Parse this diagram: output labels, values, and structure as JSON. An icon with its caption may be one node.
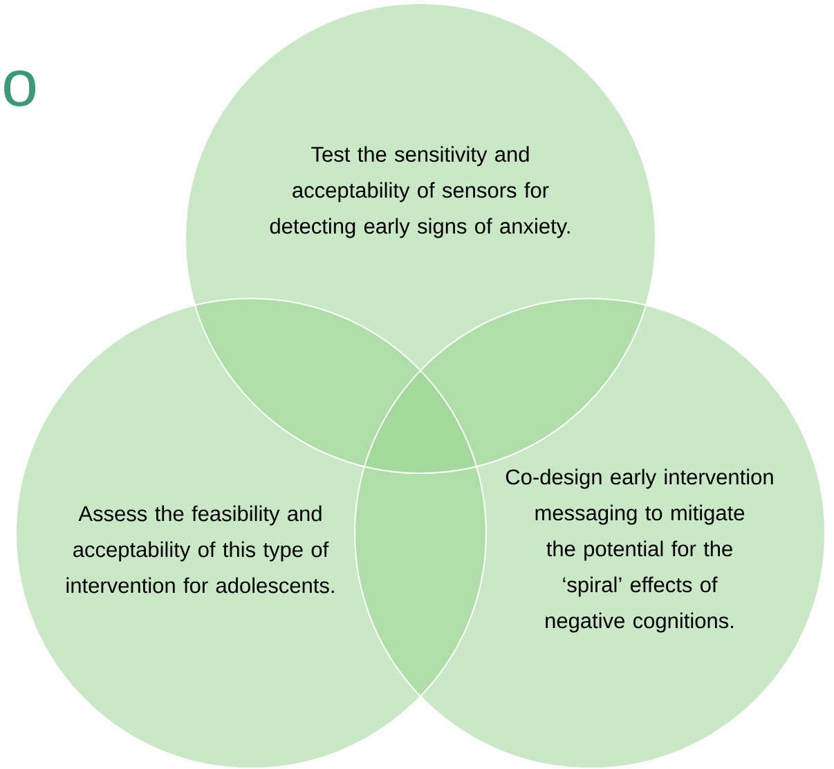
{
  "diagram": {
    "nodes": [
      {
        "text": [
          "Test the sensitivity and acceptability of sensors for detecting early signs of anxiety."
        ]
      },
      {
        "text": [
          "Assess the feasibility and acceptability of this type of intervention for adolescents."
        ]
      },
      {
        "text": [
          "Co-design early intervention messaging to mitigate the potential for the ‘spiral’ effects of negative cognitions."
        ]
      }
    ],
    "labels": [
      "o"
    ]
  }
}
